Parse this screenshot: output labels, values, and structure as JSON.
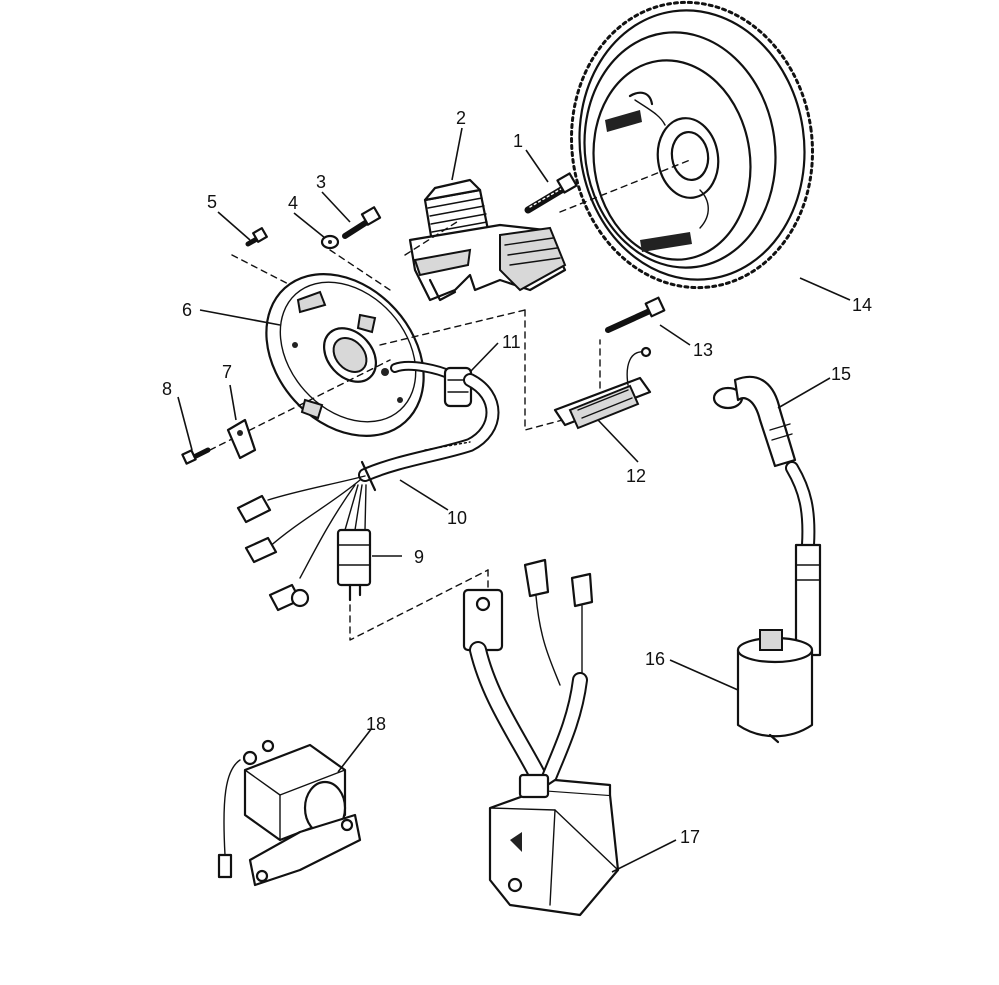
{
  "diagram": {
    "callouts": [
      {
        "id": "1",
        "text": "1"
      },
      {
        "id": "2",
        "text": "2"
      },
      {
        "id": "3",
        "text": "3"
      },
      {
        "id": "4",
        "text": "4"
      },
      {
        "id": "5",
        "text": "5"
      },
      {
        "id": "6",
        "text": "6"
      },
      {
        "id": "7",
        "text": "7"
      },
      {
        "id": "8",
        "text": "8"
      },
      {
        "id": "9",
        "text": "9"
      },
      {
        "id": "10",
        "text": "10"
      },
      {
        "id": "11",
        "text": "11"
      },
      {
        "id": "12",
        "text": "12"
      },
      {
        "id": "13",
        "text": "13"
      },
      {
        "id": "14",
        "text": "14"
      },
      {
        "id": "15",
        "text": "15"
      },
      {
        "id": "16",
        "text": "16"
      },
      {
        "id": "17",
        "text": "17"
      },
      {
        "id": "18",
        "text": "18"
      }
    ]
  }
}
